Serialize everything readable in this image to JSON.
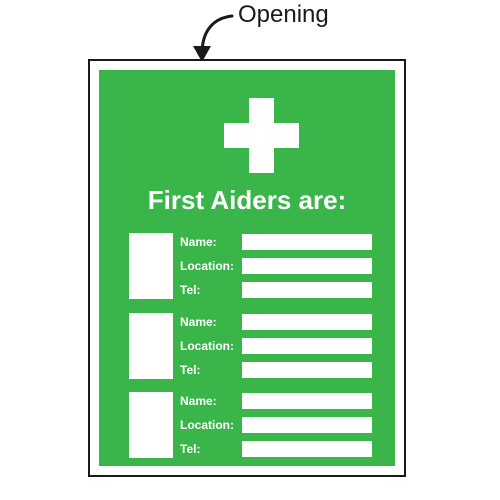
{
  "callout": {
    "label": "Opening",
    "arrow_icon": "curved-arrow-down-icon"
  },
  "sign": {
    "background_color": "#3ab54a",
    "symbol_icon": "first-aid-cross-icon",
    "heading": "First Aiders are:",
    "entries": [
      {
        "name_label": "Name:",
        "location_label": "Location:",
        "tel_label": "Tel:"
      },
      {
        "name_label": "Name:",
        "location_label": "Location:",
        "tel_label": "Tel:"
      },
      {
        "name_label": "Name:",
        "location_label": "Location:",
        "tel_label": "Tel:"
      }
    ]
  }
}
